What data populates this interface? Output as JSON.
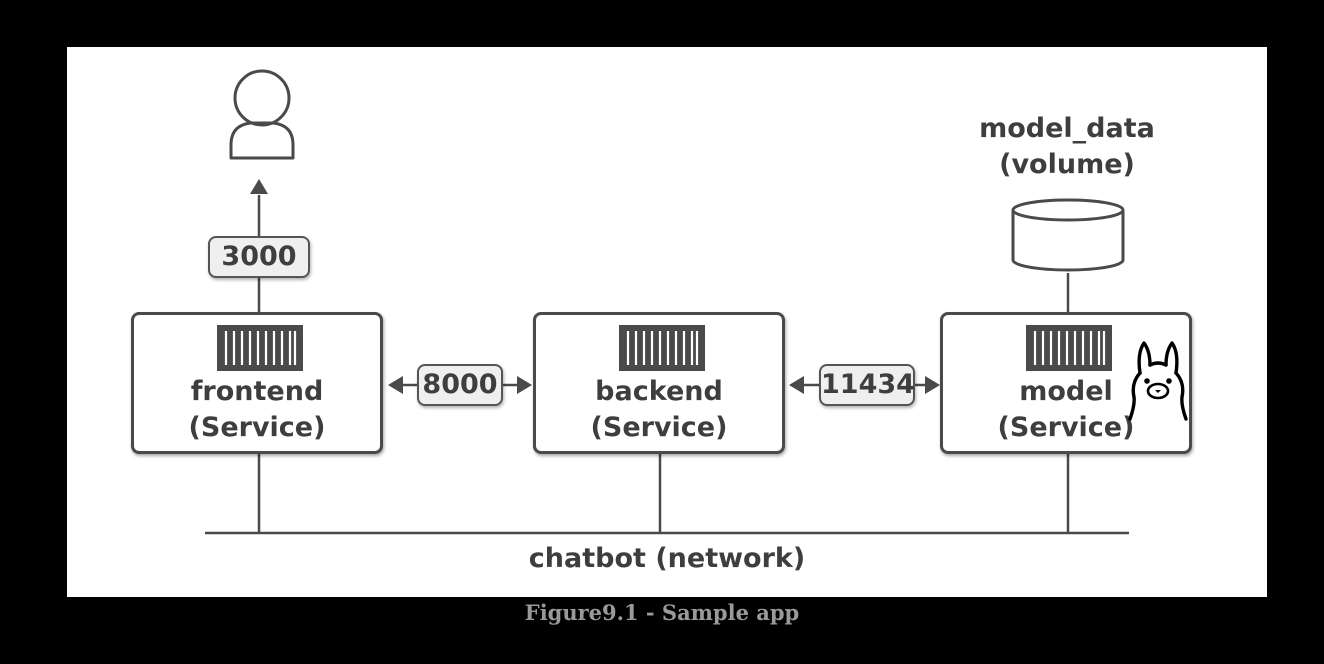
{
  "diagram": {
    "services": [
      {
        "name": "frontend",
        "kind": "(Service)"
      },
      {
        "name": "backend",
        "kind": "(Service)"
      },
      {
        "name": "model",
        "kind": "(Service)"
      }
    ],
    "ports": {
      "frontend_user": "3000",
      "frontend_backend": "8000",
      "backend_model": "11434"
    },
    "volume": {
      "name": "model_data",
      "kind": "(volume)"
    },
    "network": "chatbot (network)",
    "icons": [
      "user-icon",
      "container-icon",
      "llama-icon",
      "volume-cylinder-icon"
    ],
    "colors": {
      "stroke": "#4a4a4a",
      "text": "#3e3e3e",
      "port_fill": "#efefef",
      "caption": "#9a9a9a"
    }
  },
  "caption": "Figure9.1 - Sample app"
}
